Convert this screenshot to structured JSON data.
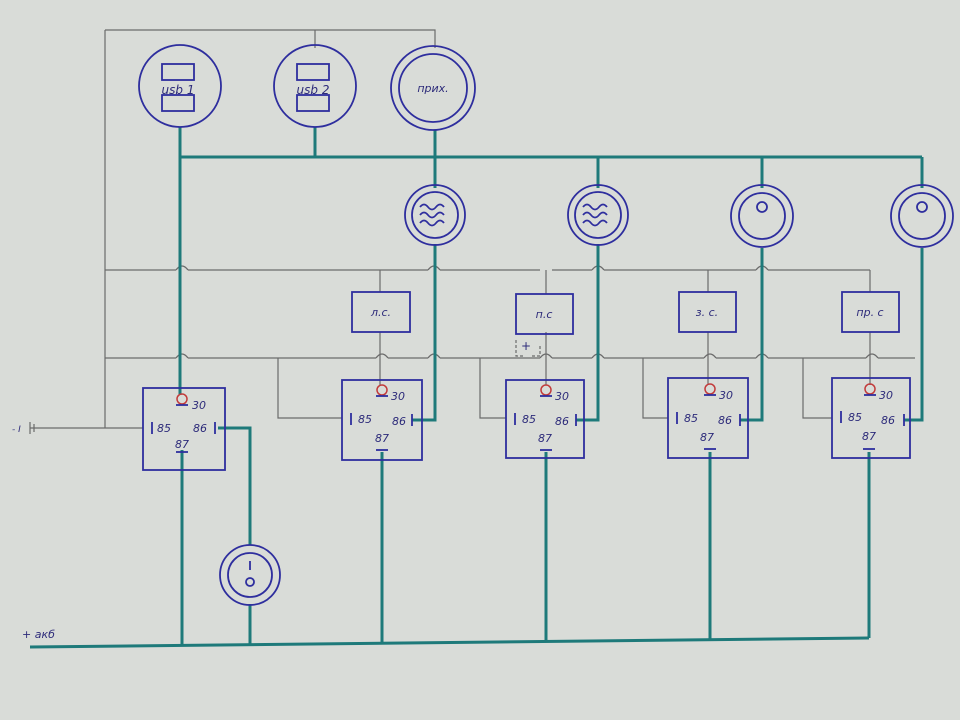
{
  "sockets": [
    {
      "id": "usb1",
      "label": "usb 1"
    },
    {
      "id": "usb2",
      "label": "usb 2"
    }
  ],
  "receiver": {
    "label": "прих."
  },
  "heaters": [
    {
      "id": "heater-1",
      "icon": "heater-wave-icon"
    },
    {
      "id": "heater-2",
      "icon": "heater-wave-icon"
    }
  ],
  "switch_lamps": [
    {
      "id": "switch-1",
      "icon": "rotary-switch-icon"
    },
    {
      "id": "switch-2",
      "icon": "rotary-switch-icon"
    }
  ],
  "control_boxes": [
    {
      "id": "box-1",
      "label": "л.с."
    },
    {
      "id": "box-2",
      "label": "п.с"
    },
    {
      "id": "box-3",
      "label": "з. с."
    },
    {
      "id": "box-4",
      "label": "пр. с"
    }
  ],
  "relays": [
    {
      "id": "relay-main",
      "p30": "30",
      "p85": "85",
      "p86": "86",
      "p87": "87"
    },
    {
      "id": "relay-1",
      "p30": "30",
      "p85": "85",
      "p86": "86",
      "p87": "87"
    },
    {
      "id": "relay-2",
      "p30": "30",
      "p85": "85",
      "p86": "86",
      "p87": "87"
    },
    {
      "id": "relay-3",
      "p30": "30",
      "p85": "85",
      "p86": "86",
      "p87": "87"
    },
    {
      "id": "relay-4",
      "p30": "30",
      "p85": "85",
      "p86": "86",
      "p87": "87"
    }
  ],
  "plus_marker": "+",
  "battery_label": "+ акб",
  "ground_label": "- I",
  "colors": {
    "background": "#d9dcd8",
    "power_wire": "#1e7a7a",
    "signal_wire": "#6b6b6b",
    "component": "#2e2e9e",
    "contact": "#c23b3b"
  }
}
